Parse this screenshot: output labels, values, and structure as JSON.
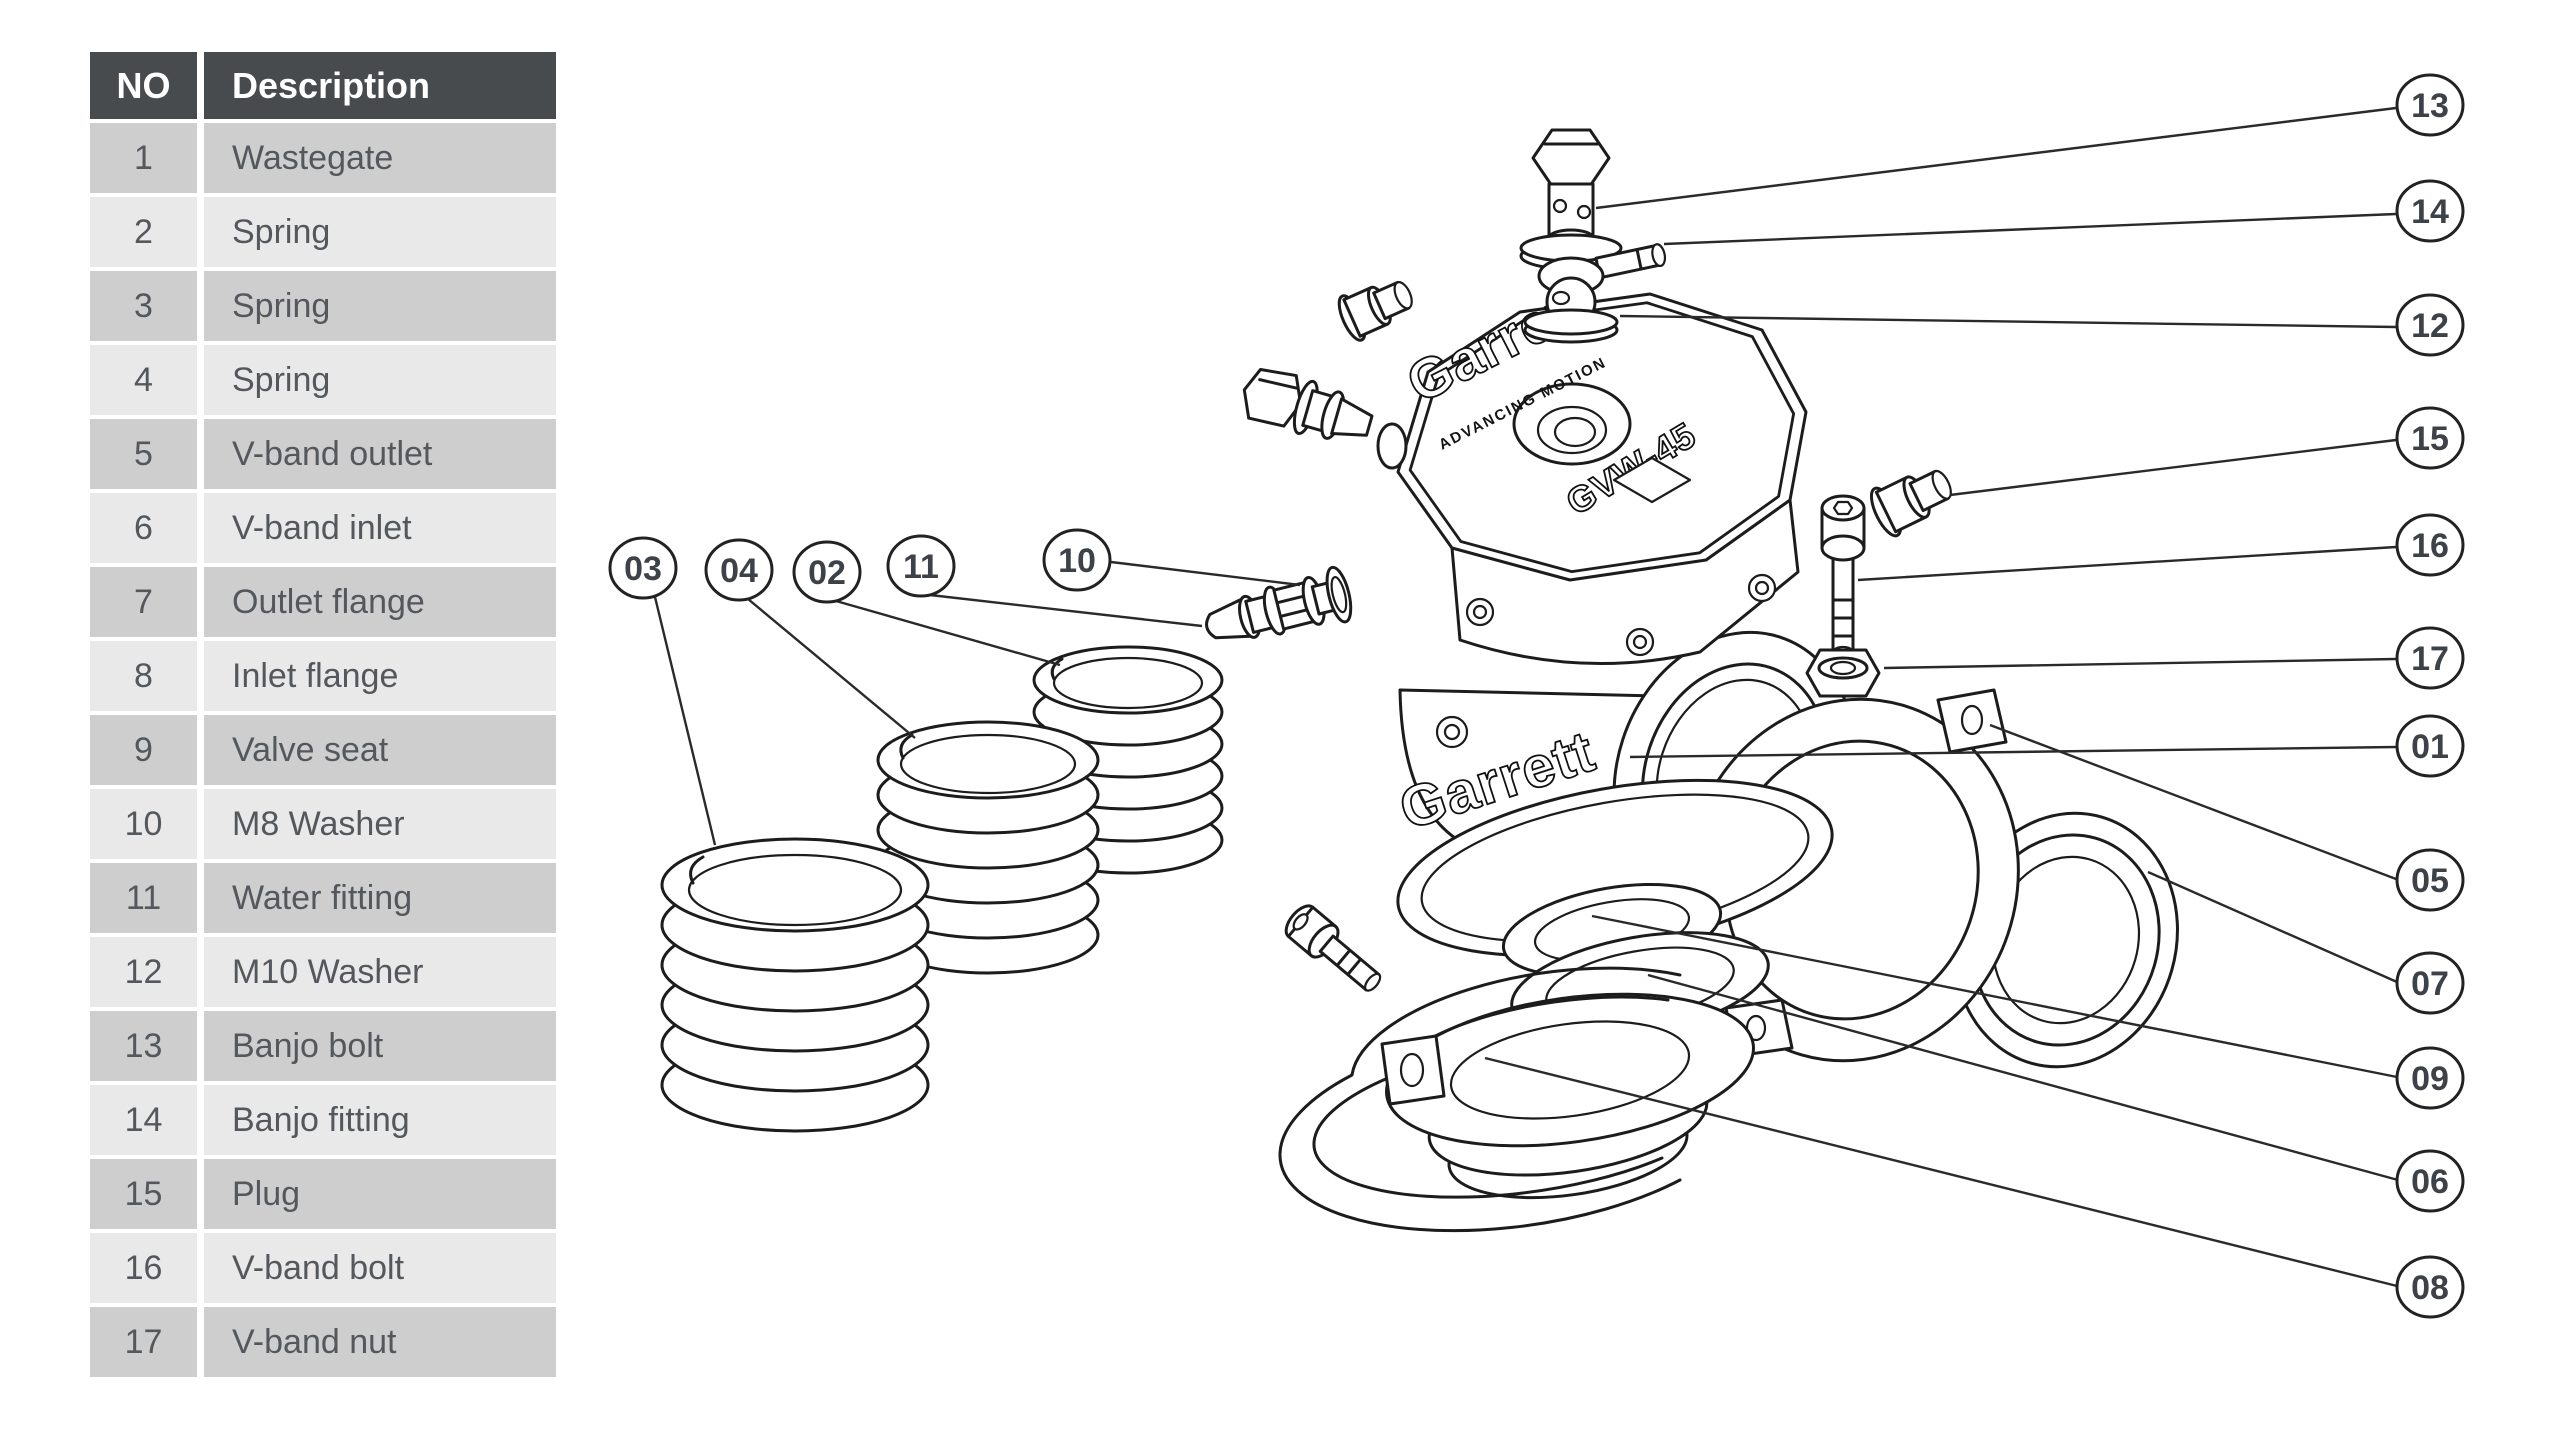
{
  "table": {
    "headers": [
      "NO",
      "Description"
    ],
    "rows": [
      [
        "1",
        "Wastegate"
      ],
      [
        "2",
        "Spring"
      ],
      [
        "3",
        "Spring"
      ],
      [
        "4",
        "Spring"
      ],
      [
        "5",
        "V-band outlet"
      ],
      [
        "6",
        "V-band inlet"
      ],
      [
        "7",
        "Outlet flange"
      ],
      [
        "8",
        "Inlet flange"
      ],
      [
        "9",
        "Valve seat"
      ],
      [
        "10",
        "M8 Washer"
      ],
      [
        "11",
        "Water fitting"
      ],
      [
        "12",
        "M10 Washer"
      ],
      [
        "13",
        "Banjo bolt"
      ],
      [
        "14",
        "Banjo fitting"
      ],
      [
        "15",
        "Plug"
      ],
      [
        "16",
        "V-band bolt"
      ],
      [
        "17",
        "V-band nut"
      ]
    ]
  },
  "callouts": {
    "left": [
      "03",
      "04",
      "02",
      "11",
      "10"
    ],
    "right": [
      "13",
      "14",
      "12",
      "15",
      "16",
      "17",
      "01",
      "05",
      "07",
      "09",
      "06",
      "08"
    ]
  },
  "diagram": {
    "brand": "Garrett",
    "tagline": "ADVANCING MOTION",
    "model": "GVW-45"
  },
  "colors": {
    "header_bg": "#474b4e",
    "header_text": "#ffffff",
    "row_odd": "#cecece",
    "row_even": "#e9e9e9",
    "cell_text": "#54585c",
    "line": "#1c1c1c",
    "callout_text": "#3d4248"
  }
}
